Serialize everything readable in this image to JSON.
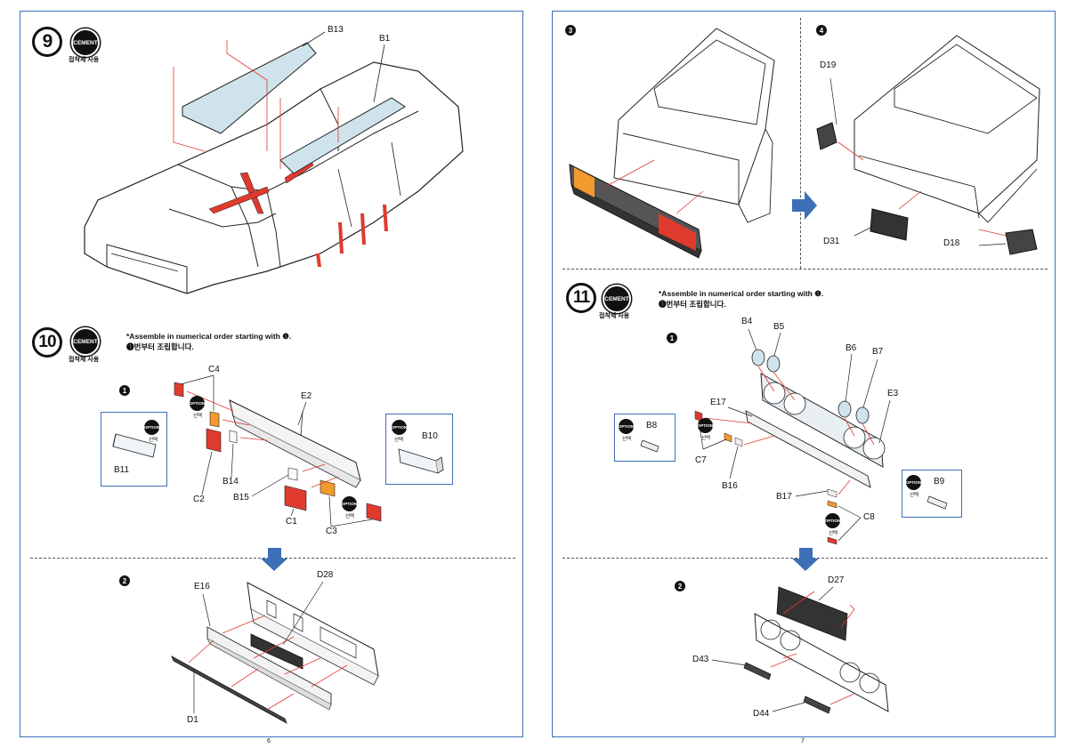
{
  "left_page": {
    "page_number": "6",
    "step9": {
      "number": "9",
      "cement_badge": "CEMENT",
      "cement_caption": "접착제 사용",
      "labels": {
        "b13": "B13",
        "b1": "B1"
      }
    },
    "step10": {
      "number": "10",
      "cement_badge": "CEMENT",
      "cement_caption": "접착제 사용",
      "note_en": "*Assemble in numerical order starting with ❶.",
      "note_ko": "❶번부터 조립합니다.",
      "sub1": "1",
      "sub2": "2",
      "option_badge": "OPTION",
      "option_caption": "선택",
      "labels": {
        "c4": "C4",
        "e2": "E2",
        "b11": "B11",
        "b10": "B10",
        "c2": "C2",
        "b14": "B14",
        "b15": "B15",
        "c1": "C1",
        "c3": "C3",
        "e16": "E16",
        "d28": "D28",
        "d1": "D1"
      }
    }
  },
  "right_page": {
    "page_number": "7",
    "sub3": "3",
    "sub4": "4",
    "labels_top": {
      "d19": "D19",
      "d31": "D31",
      "d18": "D18"
    },
    "step11": {
      "number": "11",
      "cement_badge": "CEMENT",
      "cement_caption": "접착제 사용",
      "note_en": "*Assemble in numerical order starting with ❶.",
      "note_ko": "❶번부터 조립합니다.",
      "sub1": "1",
      "sub2": "2",
      "option_badge": "OPTION",
      "option_caption": "선택",
      "labels": {
        "b4": "B4",
        "b5": "B5",
        "b6": "B6",
        "b7": "B7",
        "e3": "E3",
        "e17": "E17",
        "b8": "B8",
        "c7": "C7",
        "b16": "B16",
        "b17": "B17",
        "c8": "C8",
        "b9": "B9",
        "d27": "D27",
        "d43": "D43",
        "d44": "D44"
      }
    }
  },
  "colors": {
    "frame_blue": "#3d6fb6",
    "arrow_blue": "#3d6fb6",
    "red_part": "#e03a2f",
    "amber_part": "#f29a2e",
    "glass": "#cfe3ec",
    "guide_red": "#e03a2f"
  }
}
